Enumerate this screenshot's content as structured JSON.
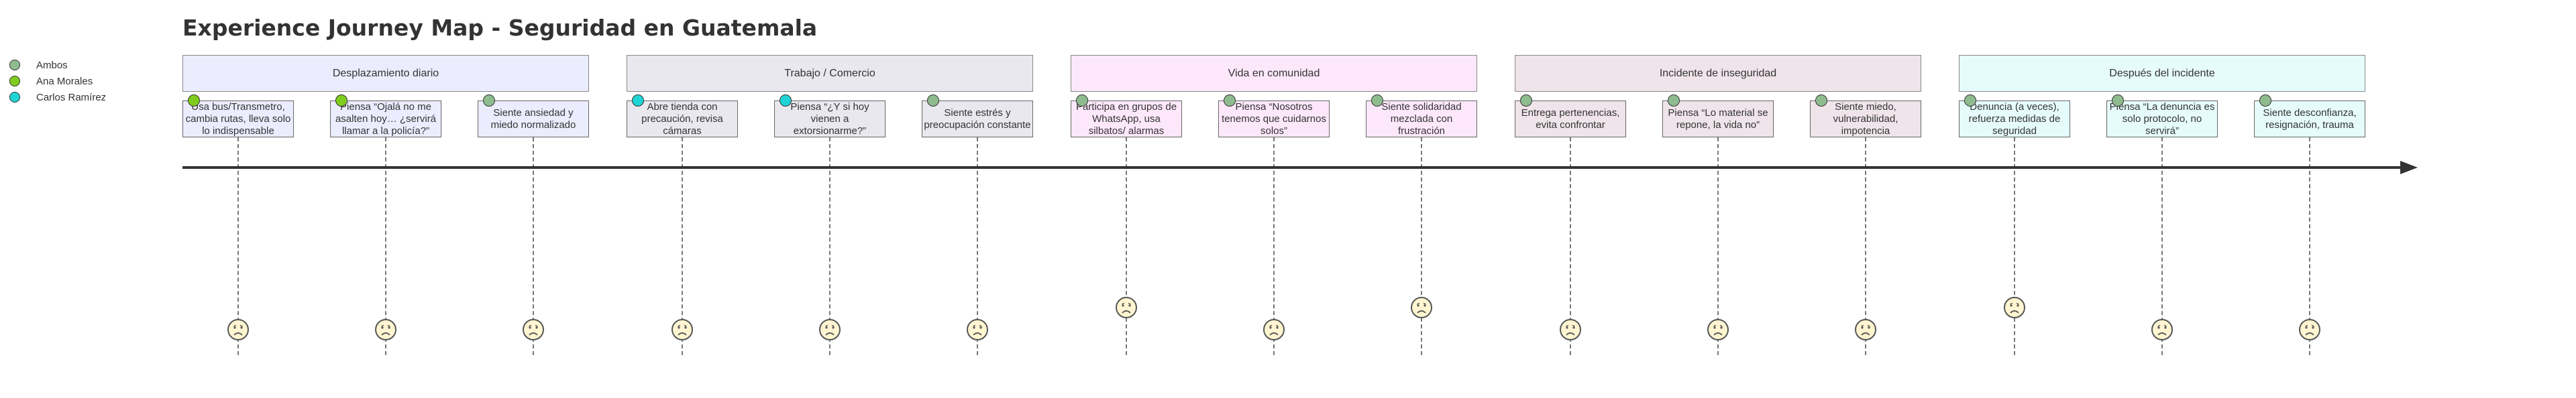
{
  "title": "Experience Journey Map - Seguridad en Guatemala",
  "actors": [
    {
      "name": "Ambos",
      "color": "#8fbc8f"
    },
    {
      "name": "Ana Morales",
      "color": "#7fcc1f"
    },
    {
      "name": "Carlos Ramírez",
      "color": "#1fd4d4"
    }
  ],
  "sections": [
    {
      "label": "Desplazamiento diario",
      "color": "#ececff",
      "tasks": [
        {
          "lines": [
            "Usa bus/Transmetro,",
            "cambia rutas, lleva solo",
            "lo indispensable"
          ],
          "actor": "Ana Morales",
          "mood": "sad"
        },
        {
          "lines": [
            "Piensa “Ojalá no me",
            "asalten hoy… ¿servirá",
            "llamar a la policía?”"
          ],
          "actor": "Ana Morales",
          "mood": "sad"
        },
        {
          "lines": [
            "Siente ansiedad y",
            "miedo normalizado"
          ],
          "actor": "Ambos",
          "mood": "sad"
        }
      ]
    },
    {
      "label": "Trabajo / Comercio",
      "color": "#e8e8ee",
      "tasks": [
        {
          "lines": [
            "Abre tienda con",
            "precaución, revisa",
            "cámaras"
          ],
          "actor": "Carlos Ramírez",
          "mood": "sad"
        },
        {
          "lines": [
            "Piensa “¿Y si hoy",
            "vienen a",
            "extorsionarme?”"
          ],
          "actor": "Carlos Ramírez",
          "mood": "sad"
        },
        {
          "lines": [
            "Siente estrés y",
            "preocupación constante"
          ],
          "actor": "Ambos",
          "mood": "sad"
        }
      ]
    },
    {
      "label": "Vida en comunidad",
      "color": "#fde8fb",
      "tasks": [
        {
          "lines": [
            "Participa en grupos de",
            "WhatsApp, usa",
            "silbatos/ alarmas"
          ],
          "actor": "Ambos",
          "mood": "neutral"
        },
        {
          "lines": [
            "Piensa “Nosotros",
            "tenemos que cuidarnos",
            "solos”"
          ],
          "actor": "Ambos",
          "mood": "sad"
        },
        {
          "lines": [
            "Siente solidaridad",
            "mezclada con",
            "frustración"
          ],
          "actor": "Ambos",
          "mood": "neutral"
        }
      ]
    },
    {
      "label": "Incidente de inseguridad",
      "color": "#efe4ea",
      "tasks": [
        {
          "lines": [
            "Entrega pertenencias,",
            "evita confrontar"
          ],
          "actor": "Ambos",
          "mood": "sad"
        },
        {
          "lines": [
            "Piensa “Lo material se",
            "repone, la vida no”"
          ],
          "actor": "Ambos",
          "mood": "sad"
        },
        {
          "lines": [
            "Siente miedo,",
            "vulnerabilidad,",
            "impotencia"
          ],
          "actor": "Ambos",
          "mood": "sad"
        }
      ]
    },
    {
      "label": "Después del incidente",
      "color": "#e6fbfb",
      "tasks": [
        {
          "lines": [
            "Denuncia (a veces),",
            "refuerza medidas de",
            "seguridad"
          ],
          "actor": "Ambos",
          "mood": "neutral"
        },
        {
          "lines": [
            "Piensa “La denuncia es",
            "solo protocolo, no",
            "servirá”"
          ],
          "actor": "Ambos",
          "mood": "sad"
        },
        {
          "lines": [
            "Siente desconfianza,",
            "resignación, trauma"
          ],
          "actor": "Ambos",
          "mood": "sad"
        }
      ]
    }
  ]
}
